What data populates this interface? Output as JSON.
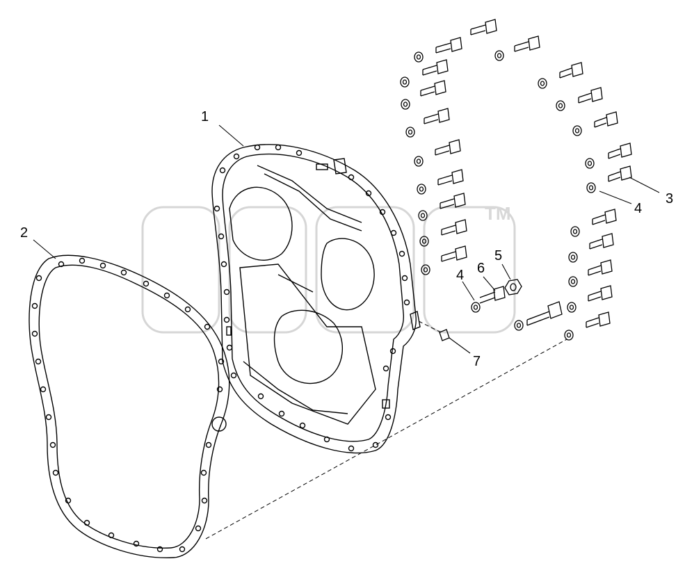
{
  "callouts": [
    {
      "id": "c1",
      "text": "1"
    },
    {
      "id": "c2",
      "text": "2"
    },
    {
      "id": "c3",
      "text": "3"
    },
    {
      "id": "c4a",
      "text": "4"
    },
    {
      "id": "c4b",
      "text": "4"
    },
    {
      "id": "c5",
      "text": "5"
    },
    {
      "id": "c6",
      "text": "6"
    },
    {
      "id": "c7",
      "text": "7"
    }
  ],
  "watermark": {
    "tm": "TM"
  },
  "colors": {
    "line": "#000000",
    "background": "#ffffff",
    "watermark": "#d8d8d8"
  }
}
